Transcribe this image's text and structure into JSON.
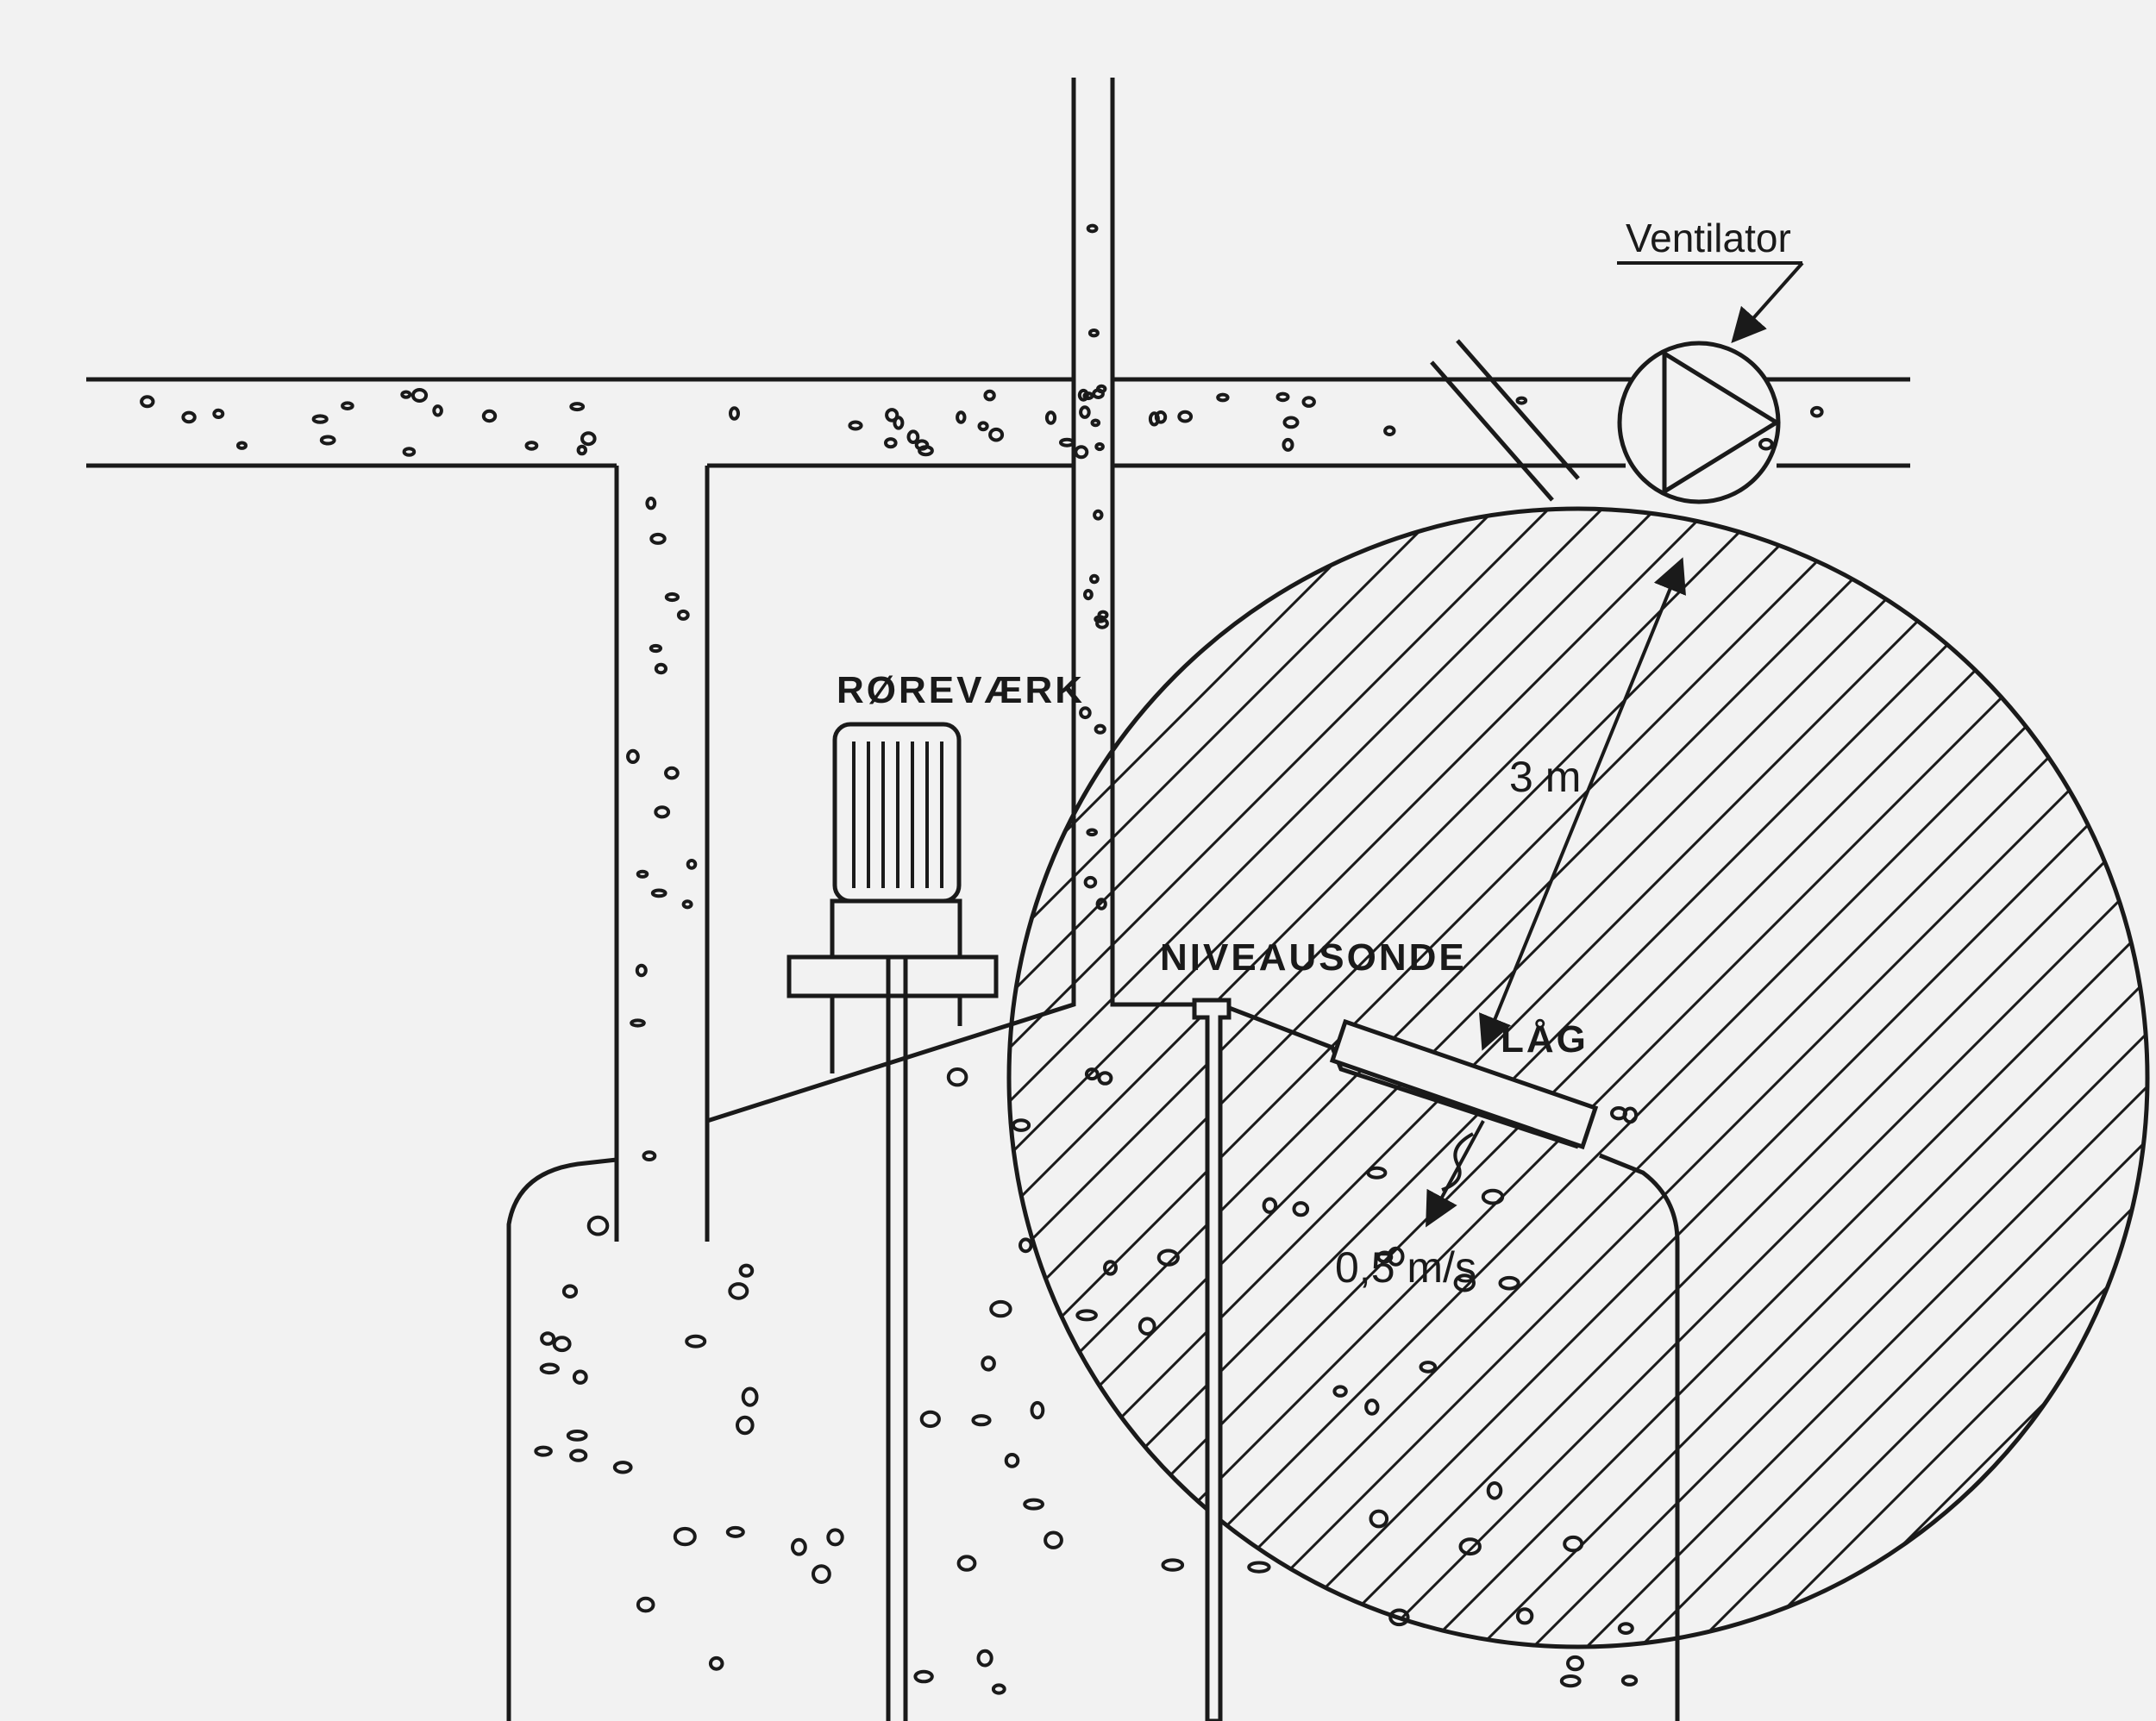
{
  "labels": {
    "ventilator": "Ventilator",
    "agitator": "RØREVÆRK",
    "level_probe": "NIVEAUSONDE",
    "lid": "LÅG",
    "distance": "3 m",
    "velocity": "0,5 m/s"
  },
  "colors": {
    "background": "#f2f2f2",
    "line": "#1a1a1a",
    "hatch": "#1a1a1a"
  },
  "icons": {
    "fan": "fan-icon",
    "agitator_motor": "motor-icon"
  }
}
